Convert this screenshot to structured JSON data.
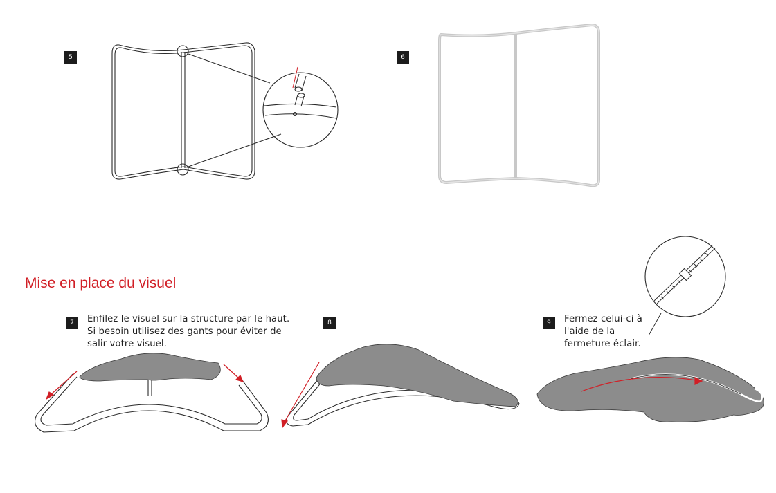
{
  "colors": {
    "accent": "#d11f26",
    "badge": "#1c1c1c",
    "fabric": "#8c8c8c",
    "frame": "#2a2a2a"
  },
  "steps": {
    "s5": {
      "number": "5"
    },
    "s6": {
      "number": "6"
    },
    "s7": {
      "number": "7",
      "lines": [
        "Enfilez le visuel sur la structure par le haut.",
        "Si besoin utilisez des gants pour éviter de",
        "salir votre visuel."
      ]
    },
    "s8": {
      "number": "8"
    },
    "s9": {
      "number": "9",
      "lines": [
        "Fermez celui-ci à",
        "l'aide de la",
        "fermeture éclair."
      ]
    }
  },
  "section": {
    "title": "Mise en place du visuel"
  }
}
